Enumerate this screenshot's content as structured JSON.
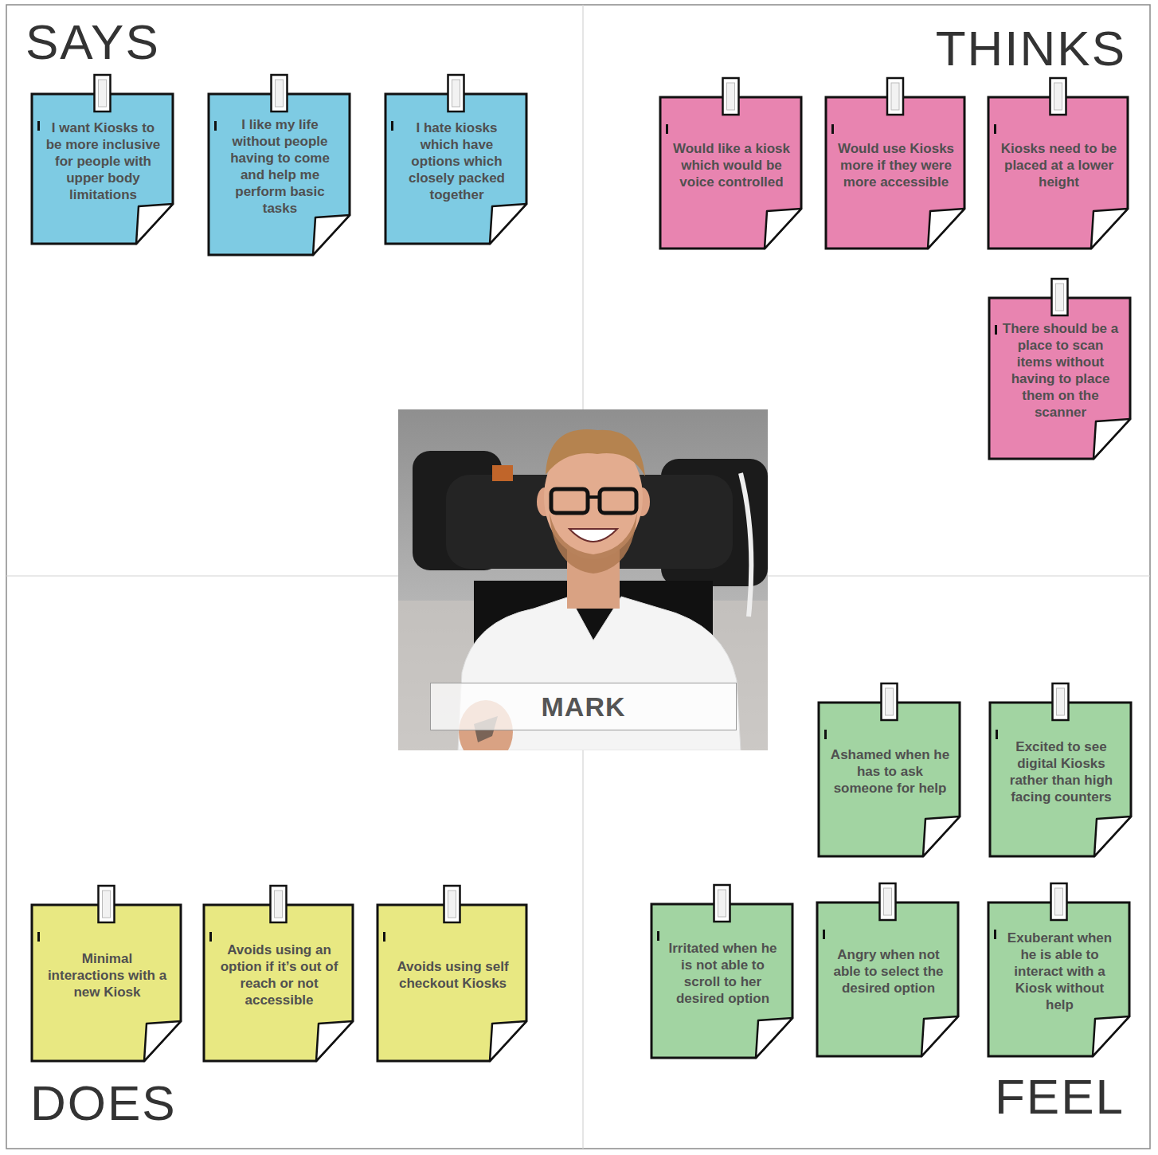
{
  "diagram": {
    "nodes": [
      {
        "text": [
          "SAYS"
        ]
      },
      {
        "text": [
          "I want Kiosks to be more inclusive for people with upper body limitations"
        ],
        "in": 0
      },
      {
        "text": [
          "I like my life without people having to come and help me perform basic tasks"
        ],
        "in": 0
      },
      {
        "text": [
          "I hate kiosks which have options which closely packed together"
        ],
        "in": 0
      },
      {
        "text": [
          "THINKS"
        ]
      },
      {
        "text": [
          "Would like a kiosk which would be voice controlled"
        ],
        "in": 4
      },
      {
        "text": [
          "Would use Kiosks more if they were more accessible"
        ],
        "in": 4
      },
      {
        "text": [
          "Kiosks need to be placed at a lower height"
        ],
        "in": 4
      },
      {
        "text": [
          "There should be a place to scan items without having to place them on the scanner"
        ],
        "in": 4
      },
      {
        "text": [
          "DOES"
        ]
      },
      {
        "text": [
          "Minimal interactions with a new Kiosk"
        ],
        "in": 9
      },
      {
        "text": [
          "Avoids using an option if it’s out of reach or not accessible"
        ],
        "in": 9
      },
      {
        "text": [
          "Avoids using self checkout Kiosks"
        ],
        "in": 9
      },
      {
        "text": [
          "FEEL"
        ]
      },
      {
        "text": [
          "Ashamed when he has to ask someone for help"
        ],
        "in": 13
      },
      {
        "text": [
          "Excited to see digital Kiosks rather than high facing counters"
        ],
        "in": 13
      },
      {
        "text": [
          "Irritated when he is not able to scroll to her desired option"
        ],
        "in": 13
      },
      {
        "text": [
          "Angry when not able to select the desired option"
        ],
        "in": 13
      },
      {
        "text": [
          "Exuberant when he is able to interact with a Kiosk without help"
        ],
        "in": 13
      },
      {
        "text": [
          "MARK"
        ]
      }
    ]
  }
}
